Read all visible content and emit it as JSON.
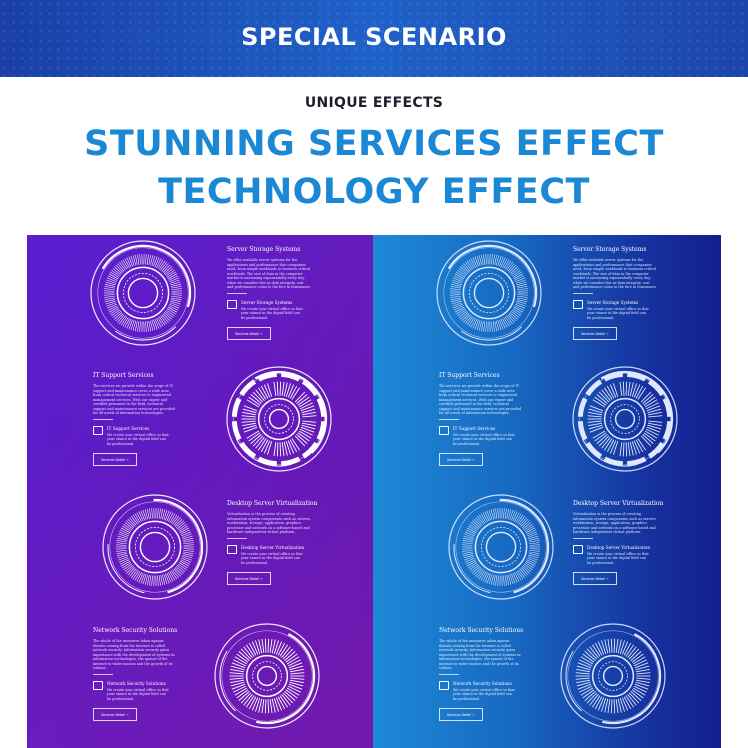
{
  "banner": {
    "title": "SPECIAL SCENARIO"
  },
  "eyebrow": "UNIQUE EFFECTS",
  "headline": {
    "line1": "STUNNING SERVICES EFFECT",
    "line2": "TECHNOLOGY EFFECT"
  },
  "colors": {
    "banner": "#1f62c9",
    "headline": "#1b88d6",
    "left_panel": "#5d1bc6",
    "right_panel": "#1769c2"
  },
  "services": [
    {
      "title": "Server Storage Systems",
      "body": "We offer available server systems for the applications and performance that companies need, from simple workloads to business critical workloads. The size of data in the computer market is increasing exponentially every day, when we consider this as data integrity, cost and performance come to the fore in businesses.",
      "sub_title": "Server Storage Systems",
      "sub_body": "We create your virtual office so that your stance in the digital field can be professional.",
      "button": "Services Detail →",
      "icon": "server-icon"
    },
    {
      "title": "IT Support Services",
      "body": "The services we provide within the scope of IT support and maintenance cover a wide area from critical technical services to engineered management services. With our expert and certified personnel in the field, technical support and maintenance services are provided for all needs of information technologies.",
      "sub_title": "IT Support Services",
      "sub_body": "We create your virtual office so that your stance in the digital field can be professional.",
      "button": "Services Detail →",
      "icon": "support-icon"
    },
    {
      "title": "Desktop Server Virtualization",
      "body": "Virtualization is the process of creating information system components such as servers, workstation, storage, application, graphics processor and network on a software-based and hardware independent virtual platform.",
      "sub_title": "Desktop Server Virtualization",
      "sub_body": "We create your virtual office so that your stance in the digital field can be professional.",
      "button": "Services Detail →",
      "icon": "desktop-icon"
    },
    {
      "title": "Network Security Solutions",
      "body": "The whole of the measures taken against threats coming from the internet is called network security. Information security gains importance with the development of systems in information technologies, the spread of the internet to wider masses and the growth of its volume.",
      "sub_title": "Network Security Solutions",
      "sub_body": "We create your virtual office so that your stance in the digital field can be professional.",
      "button": "Services Detail →",
      "icon": "network-icon"
    }
  ]
}
